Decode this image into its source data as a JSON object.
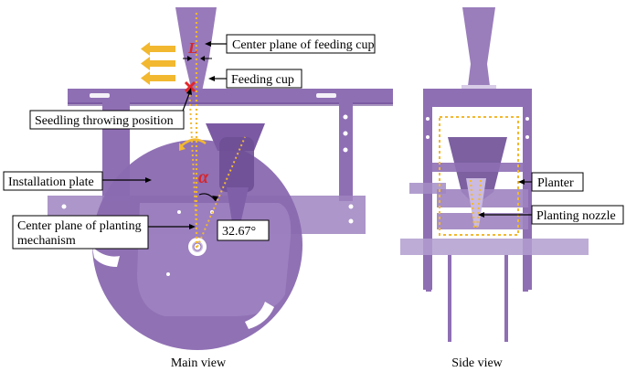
{
  "labels": {
    "L": "L",
    "center_plane_feeding_cup": "Center plane of feeding cup",
    "feeding_cup": "Feeding cup",
    "seedling_throwing_position": "Seedling throwing position",
    "installation_plate": "Installation plate",
    "alpha": "α",
    "angle_value": "32.67°",
    "center_plane_planting_line1": "Center plane of planting",
    "center_plane_planting_line2": "mechanism",
    "planter": "Planter",
    "planting_nozzle": "Planting nozzle",
    "main_view": "Main view",
    "side_view": "Side view"
  },
  "colors": {
    "machine": "#8f6fb4",
    "machine_dark": "#6e4f96",
    "machine_light": "#b7a2d0",
    "guide_line": "#f2b830",
    "marker": "#e3262b",
    "accent_text": "#d7262b"
  }
}
